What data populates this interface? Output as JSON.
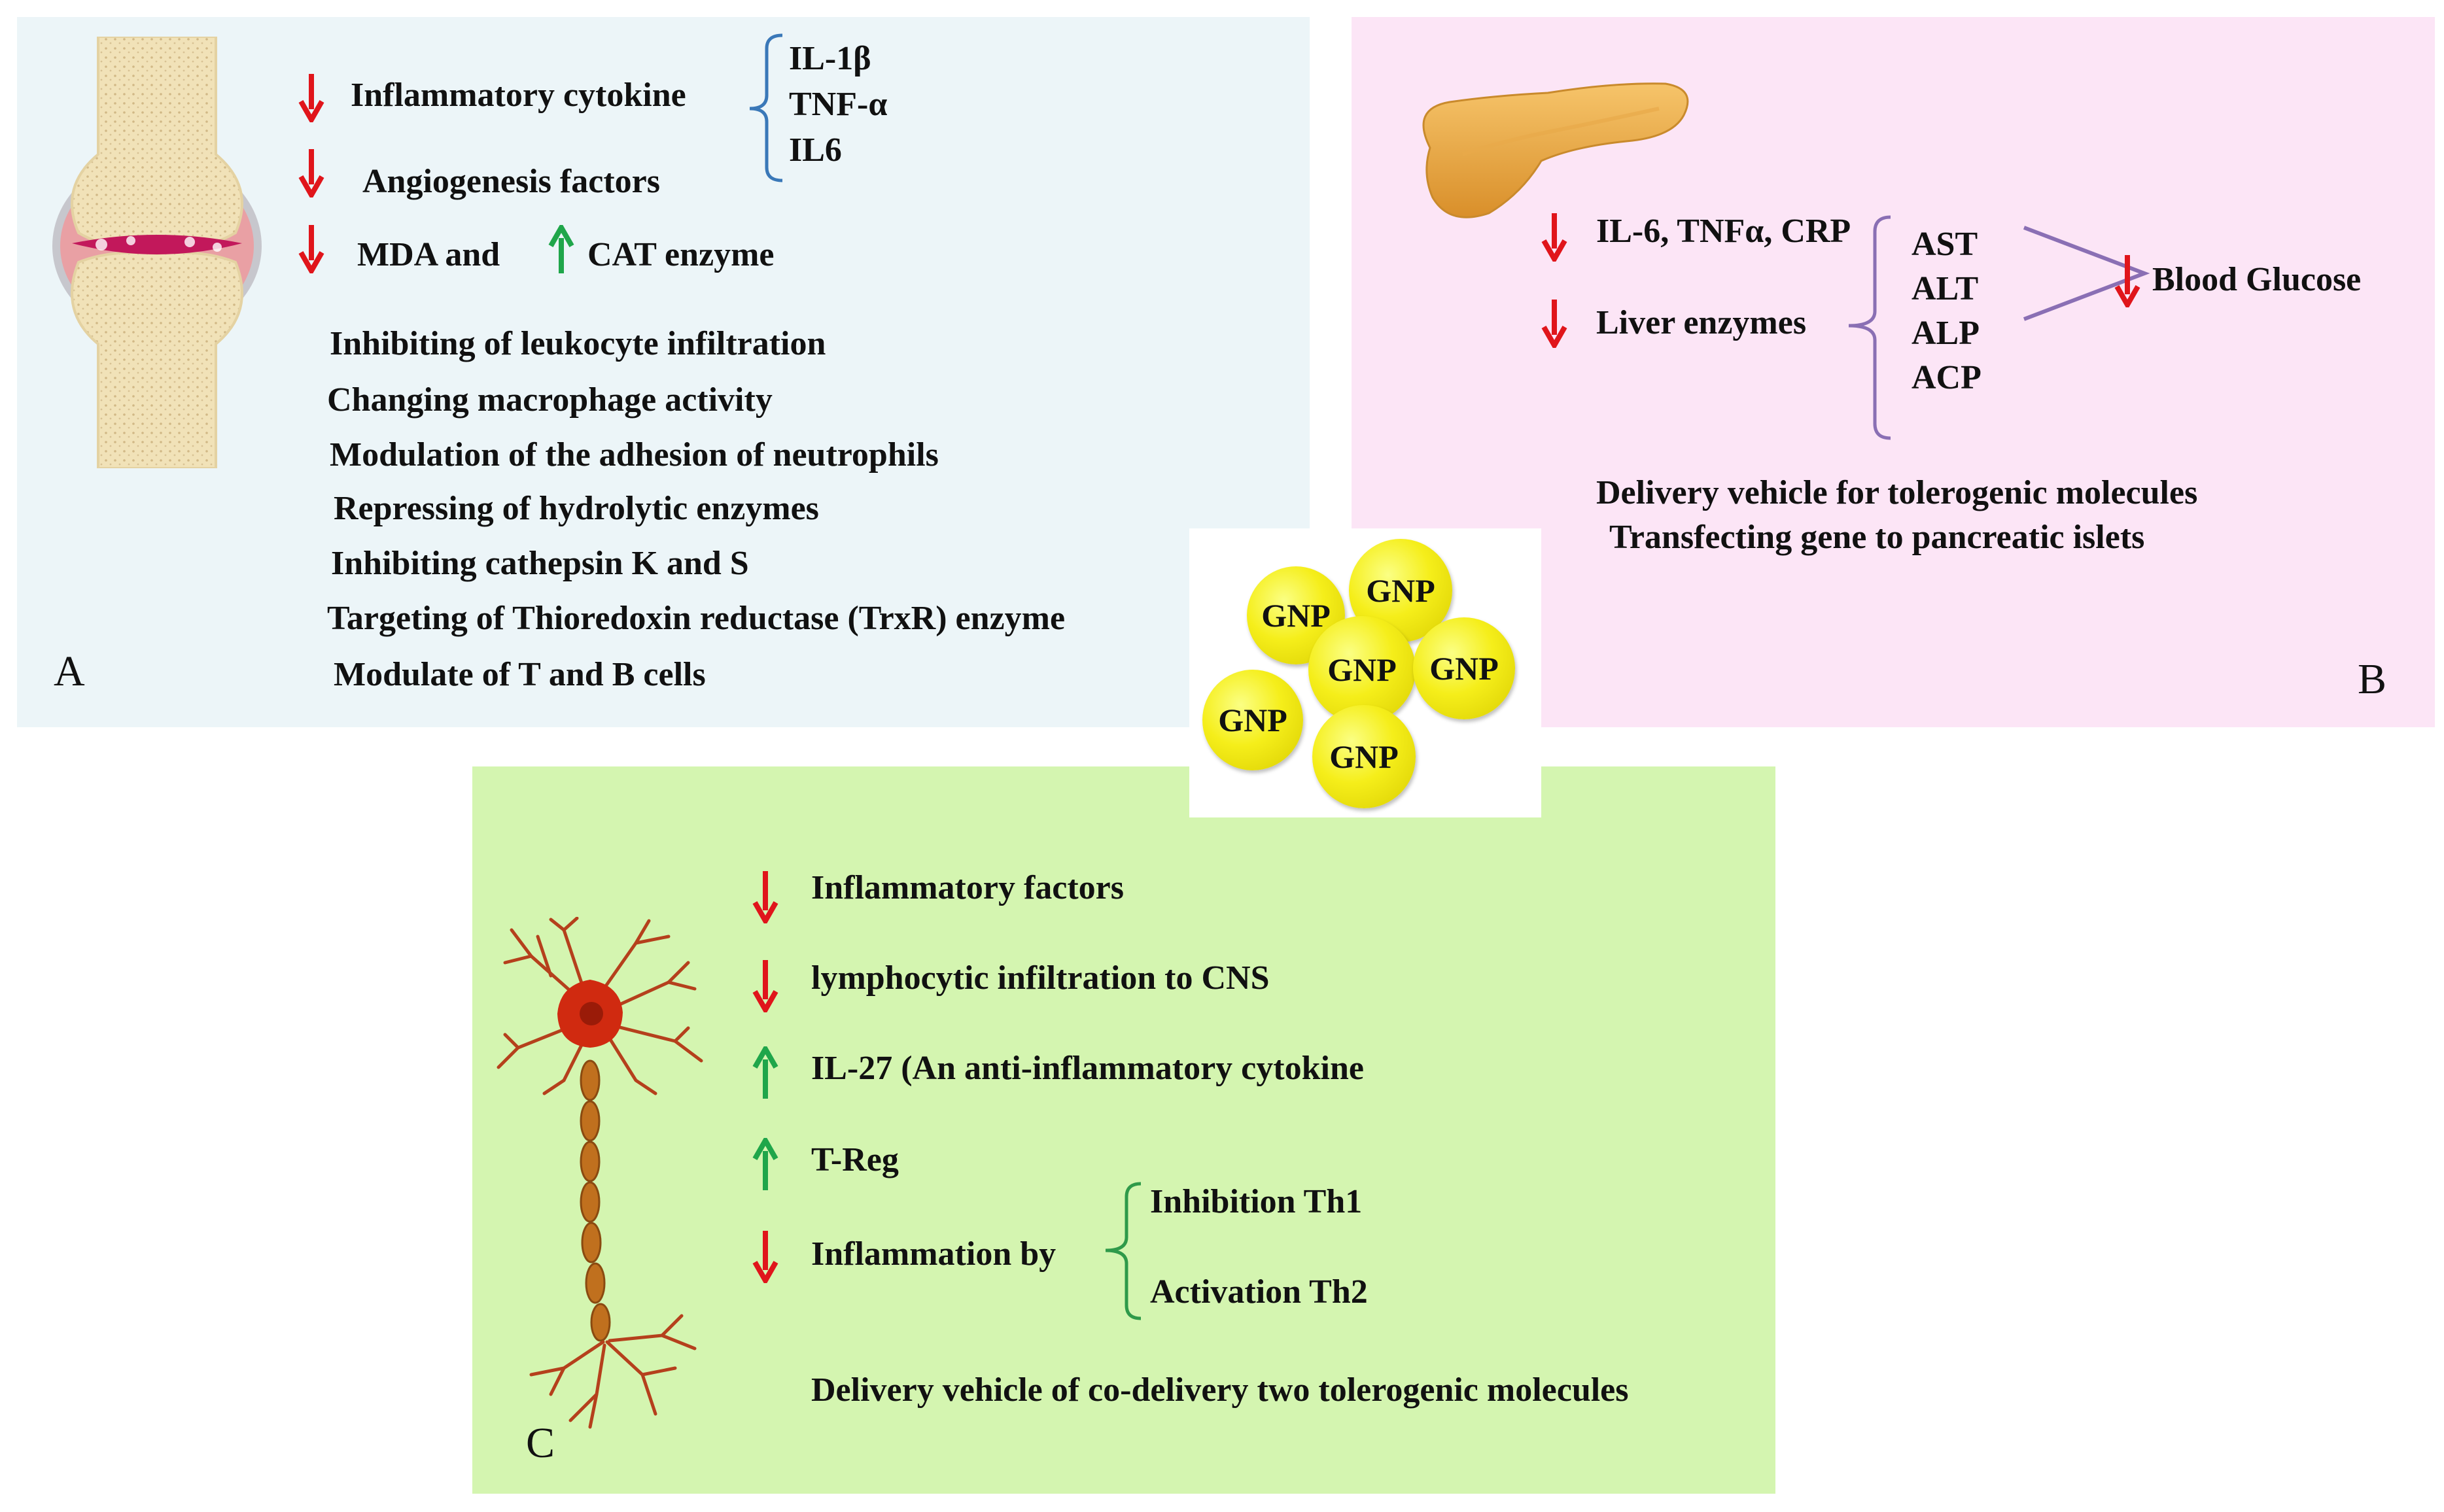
{
  "panel_a": {
    "label": "A",
    "items": [
      {
        "dir": "down",
        "text": "Inflammatory cytokine"
      },
      {
        "dir": "down",
        "text": "Angiogenesis factors"
      },
      {
        "dir": "down",
        "text": "MDA and"
      },
      {
        "dir": "up",
        "text": "CAT enzyme"
      }
    ],
    "cytokines": [
      "IL-1β",
      "TNF-α",
      "IL6"
    ],
    "effects": [
      "Inhibiting of leukocyte infiltration",
      "Changing macrophage activity",
      "Modulation of the adhesion of neutrophils",
      "Repressing of hydrolytic enzymes",
      "Inhibiting cathepsin K and S",
      "Targeting of Thioredoxin reductase (TrxR) enzyme",
      "Modulate of T and B cells"
    ]
  },
  "panel_b": {
    "label": "B",
    "items": [
      {
        "dir": "down",
        "text": "IL-6, TNFα, CRP"
      },
      {
        "dir": "down",
        "text": "Liver enzymes"
      }
    ],
    "enzymes": [
      "AST",
      "ALT",
      "ALP",
      "ACP"
    ],
    "result": {
      "dir": "down",
      "text": "Blood Glucose"
    },
    "notes": [
      "Delivery vehicle for tolerogenic molecules",
      "Transfecting gene to pancreatic islets"
    ]
  },
  "panel_c": {
    "label": "C",
    "items": [
      {
        "dir": "down",
        "text": "Inflammatory factors"
      },
      {
        "dir": "down",
        "text": "lymphocytic infiltration to CNS"
      },
      {
        "dir": "up",
        "text": "IL-27 (An anti-inflammatory cytokine"
      },
      {
        "dir": "up",
        "text": "T-Reg"
      },
      {
        "dir": "down",
        "text": "Inflammation by"
      }
    ],
    "th": [
      "Inhibition Th1",
      "Activation Th2"
    ],
    "note": "Delivery vehicle of co-delivery two tolerogenic molecules"
  },
  "gnp": {
    "label": "GNP",
    "count": 6
  },
  "colors": {
    "down_arrow": "#e0151b",
    "up_arrow": "#1fa64a",
    "panel_a_bg": "#ecf5f8",
    "panel_b_bg": "#fce5f6",
    "panel_c_bg": "#d4f5b0",
    "gnp_fill": "#f5ee1a",
    "brace_a": "#3a78b8",
    "brace_b": "#8a6fb4",
    "brace_c": "#2f9a4a"
  },
  "icons": [
    "knee-joint-icon",
    "pancreas-icon",
    "neuron-icon"
  ]
}
